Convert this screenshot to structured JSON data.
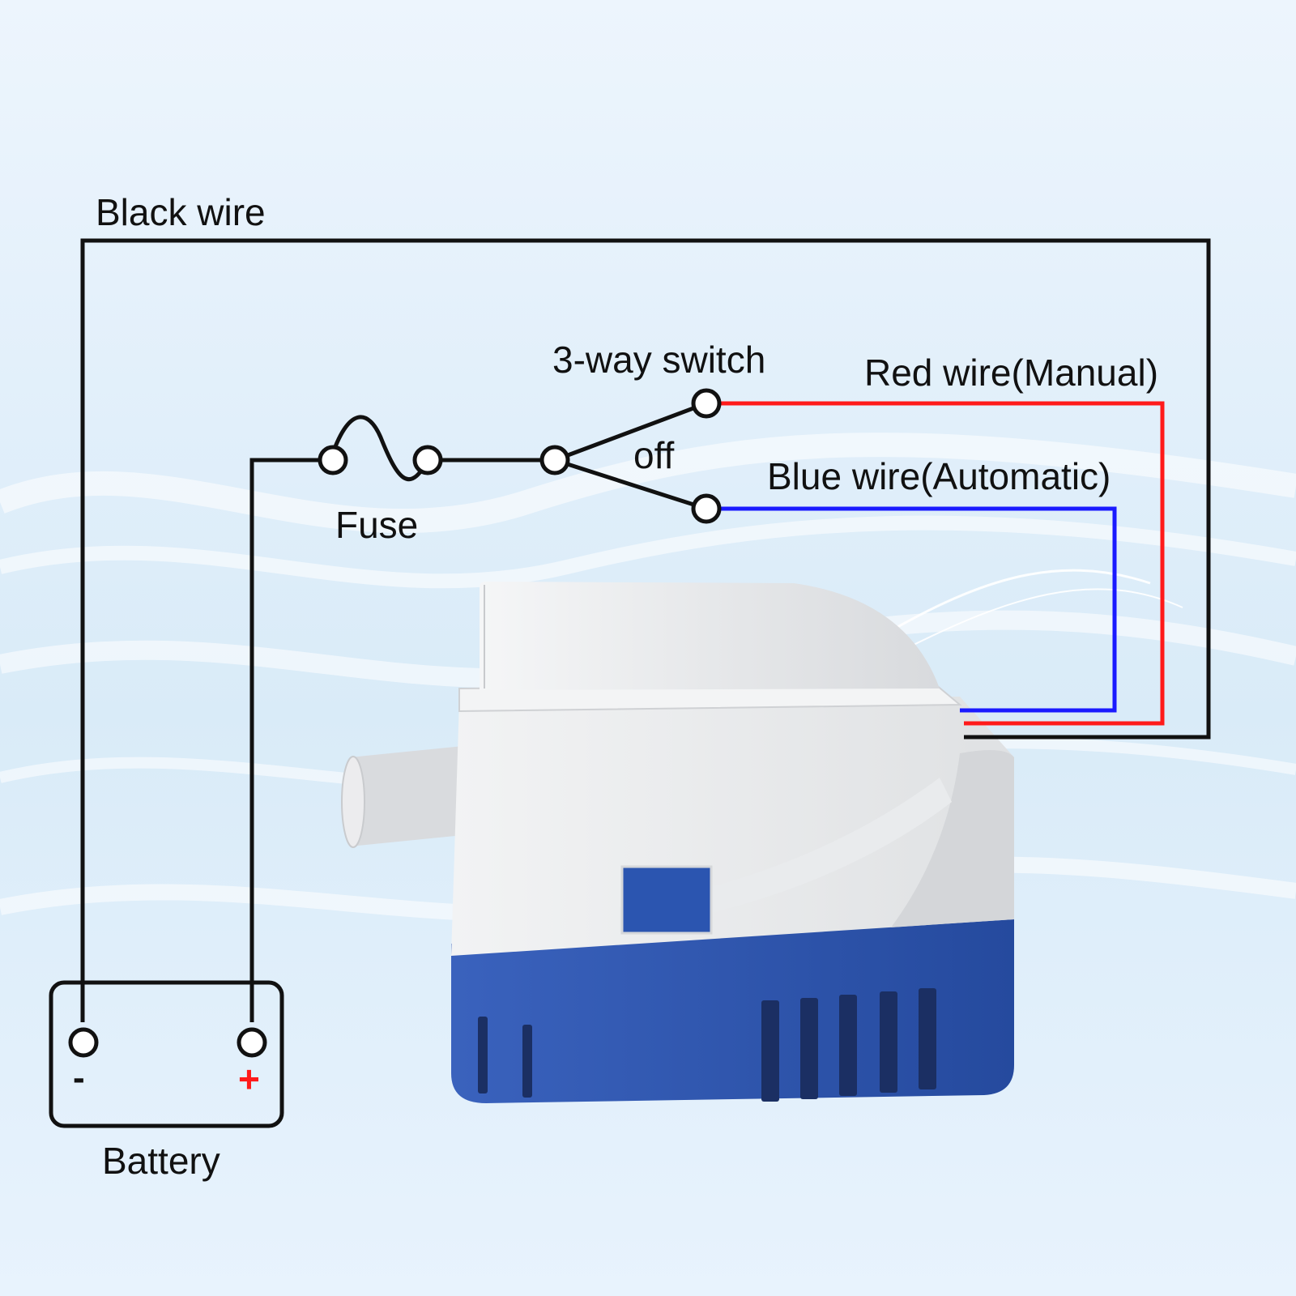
{
  "labels": {
    "black_wire": "Black wire",
    "three_way_switch": "3-way switch",
    "red_wire": "Red wire(Manual)",
    "off": "off",
    "blue_wire": "Blue wire(Automatic)",
    "fuse": "Fuse",
    "battery": "Battery",
    "minus": "-",
    "plus": "+"
  },
  "colors": {
    "black_wire": "#111111",
    "red_wire": "#ff1a1a",
    "blue_wire": "#1a1aff",
    "pump_body": "#2f57b3",
    "pump_housing": "#e6e8ea",
    "background": "#e4f0fb"
  },
  "icons": {
    "pump": "bilge-pump-icon",
    "fuse": "fuse-symbol-icon",
    "battery": "battery-symbol-icon"
  }
}
